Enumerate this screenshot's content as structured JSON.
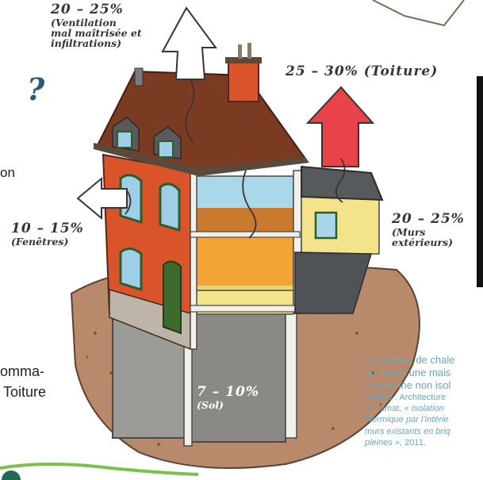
{
  "labels": {
    "ventilation_pct": "20 – 25%",
    "ventilation_desc_1": "(Ventilation",
    "ventilation_desc_2": "mal maîtrisée et",
    "ventilation_desc_3": "infiltrations)",
    "toiture": "25 – 30% (Toiture)",
    "fenetres_pct": "10 – 15%",
    "fenetres_desc": "(Fenêtres)",
    "murs_pct": "20 – 25%",
    "murs_desc_1": "(Murs",
    "murs_desc_2": "extérieurs)",
    "sol_pct": "7 – 10%",
    "sol_desc": "(Sol)"
  },
  "question_mark": "?",
  "left_fragments": {
    "line1": "on",
    "line2": "omma-",
    "line3": "Toiture"
  },
  "caption": {
    "line1": "Les pertes de chale",
    "line2": "au sein d’une mais",
    "line3": "mitoyenne non isol",
    "source1": "Source : Architecture",
    "source2": "et Climat, ",
    "source2_italic": "« Isolation",
    "source3": "thermique par l’intérie",
    "source4": "murs existants en briq",
    "source5_italic": "pleines »",
    "source5": ", 2011."
  },
  "colors": {
    "heat_arrow": "#e8424a",
    "roof": "#7a3b22",
    "brick": "#d9542b",
    "ground": "#b8896a",
    "room_blue": "#a8d8ea",
    "room_orange": "#f2a536",
    "room_yellow": "#f3e38a",
    "accent_text": "#2b5c73",
    "caption_text": "#6aa6bf"
  }
}
